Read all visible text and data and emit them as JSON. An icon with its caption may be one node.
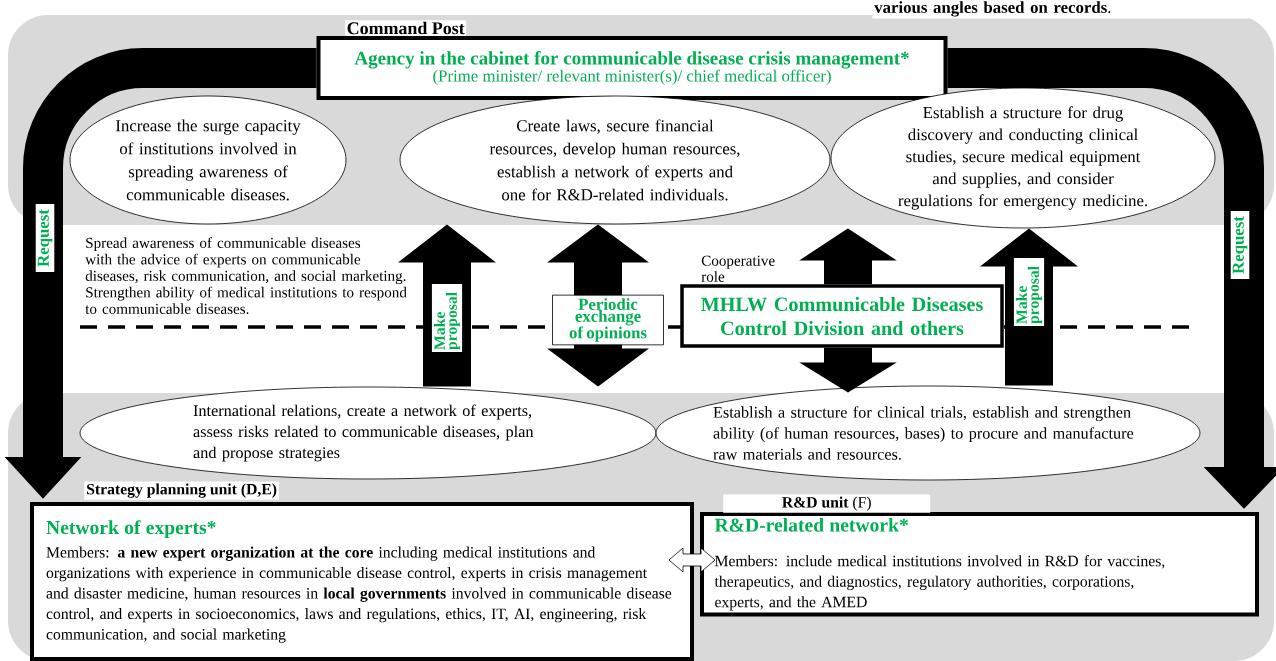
{
  "diagram": {
    "nodes": [
      {
        "text": [
          "Command Post",
          "Agency in the cabinet for communicable disease crisis management*",
          "(Prime minister/ relevant minister(s)/ chief medical officer)"
        ]
      },
      {
        "text": [
          "Increase the surge capacity of institutions involved in spreading awareness of communicable diseases."
        ]
      },
      {
        "text": [
          "Create laws, secure financial resources, develop human resources, establish a network of experts and one for R&D-related individuals."
        ]
      },
      {
        "text": [
          "Establish a structure for drug discovery and conducting clinical studies, secure medical equipment and supplies, and consider regulations for emergency medicine."
        ]
      },
      {
        "text": [
          "MHLW Communicable Diseases Control Division and others"
        ],
        "beside": [
          "Cooperative role"
        ]
      },
      {
        "text": [
          "International relations, create a network of experts, assess risks related to communicable diseases, plan and propose strategies"
        ]
      },
      {
        "text": [
          "Establish a structure for clinical trials, establish and strengthen ability (of human resources, bases) to procure and manufacture raw materials and resources."
        ]
      },
      {
        "text": [
          "Strategy planning unit (D,E)",
          "Network of experts*",
          "Members: **a new expert organization at the core** including medical institutions and organizations with experience in communicable disease control, experts in crisis management and disaster medicine, human resources in **local governments** involved in communicable disease control, and experts in socioeconomics, laws and regulations, ethics, IT, AI, engineering, risk communication, and social marketing"
        ]
      },
      {
        "text": [
          "**R&D unit** (F)",
          "R&D-related network*",
          "Members: include medical institutions involved in R&D for vaccines, therapeutics, and diagnostics, regulatory authorities, corporations, experts, and the AMED"
        ]
      }
    ],
    "edges": [
      {
        "from": 0,
        "to": 7,
        "arrow": "to",
        "label": "Request"
      },
      {
        "from": 0,
        "to": 8,
        "arrow": "to",
        "label": "Request"
      },
      {
        "from": 5,
        "to": 2,
        "arrow": "to",
        "label": "Make proposal"
      },
      {
        "from": 2,
        "to": 5,
        "arrow": "both",
        "label": "Periodic exchange of opinions"
      },
      {
        "from": 4,
        "to": 3,
        "arrow": "to"
      },
      {
        "from": 4,
        "to": 6,
        "arrow": "to"
      },
      {
        "from": 6,
        "to": 3,
        "arrow": "to",
        "label": "Make proposal"
      },
      {
        "from": 7,
        "to": 8,
        "arrow": "both"
      }
    ],
    "labels": [
      "**various angles based on records**.",
      "Spread awareness of communicable diseases with the advice of experts on communicable diseases, risk communication, and social marketing. Strengthen ability of medical institutions to respond to communicable diseases."
    ]
  }
}
